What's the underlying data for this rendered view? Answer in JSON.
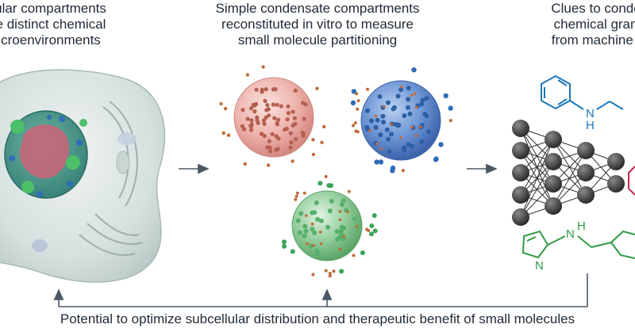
{
  "captions": {
    "left": [
      "ellular compartments",
      "ave distinct chemical",
      "microenvironments"
    ],
    "middle": [
      "Simple condensate compartments",
      "reconstituted in vitro to measure",
      "small molecule partitioning"
    ],
    "right": [
      "Clues to condens",
      "chemical gramm",
      "from machine lea"
    ]
  },
  "bottom_caption": "Potential to optimize subcellular distribution and therapeutic benefit of small molecules",
  "molecules": {
    "amine_label_1": "N",
    "amine_label_1h": "H",
    "amine_label_2": "N",
    "amine_label_2h": "H",
    "pyrrole_label": "N"
  },
  "colors": {
    "text": "#1f2a36",
    "arrow": "#4a5866",
    "cell_body": "#d9e3e2",
    "nucleus": "#3f8e82",
    "red_condensate": "#e7a09b",
    "blue_condensate": "#4f7fc4",
    "green_condensate": "#79be86",
    "dot_orange": "#c26a3a",
    "dot_blue": "#2f6db6",
    "dot_green": "#3aa457",
    "node": "#444444",
    "blue_molecule": "#1b78b8",
    "green_molecule": "#2f9a44",
    "red_molecule": "#c8234c"
  }
}
